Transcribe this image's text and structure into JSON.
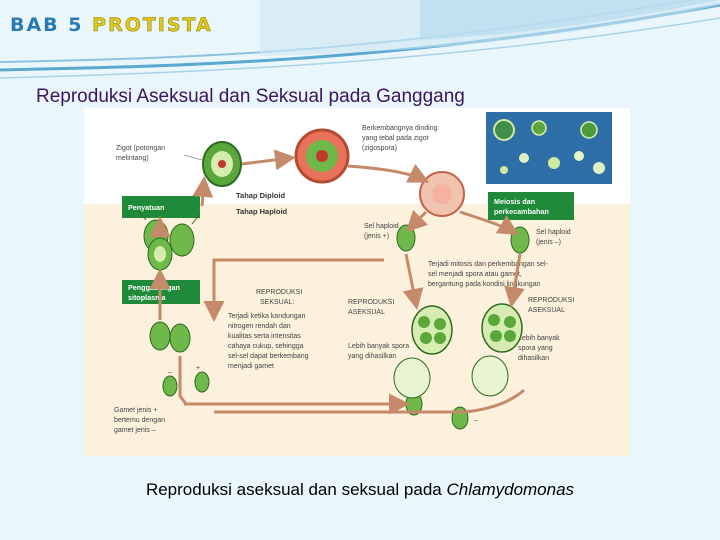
{
  "header": {
    "title_part1": "BAB 5",
    "title_part2": "PROTISTA",
    "colors": {
      "bab": "#2a79b0",
      "protista": "#e0c81a",
      "swoosh": "#5aa7cf"
    }
  },
  "subtitle": "Reproduksi Aseksual dan Seksual pada Ganggang",
  "diagram": {
    "labels": {
      "zigot": [
        "Zigot (potongan",
        "melintang)"
      ],
      "dinding": [
        "Berkembangnya dinding",
        "yang tebal pada zigot",
        "(zigospora)"
      ],
      "tahap_diploid": "Tahap Diploid",
      "tahap_haploid": "Tahap Haploid",
      "penyatuan": "Penyatuan",
      "meiosis": [
        "Meiosis dan",
        "perkecambahan"
      ],
      "sel_haploid_plus": [
        "Sel haploid",
        "(jenis +)"
      ],
      "sel_haploid_minus": [
        "Sel haploid",
        "(jenis –)"
      ],
      "mitosis": [
        "Terjadi mitosis dan perkembangan sel-",
        "sel menjadi spora atau gamet,",
        "bergantung pada kondisi lingkungan"
      ],
      "penggabungan": [
        "Penggabungan",
        "sitoplasma"
      ],
      "repro_seksual_title": [
        "REPRODUKSI",
        "SEKSUAL:"
      ],
      "repro_seksual_desc": [
        "Terjadi ketika kandungan",
        "nitrogen rendah dan",
        "kualitas serta intensitas",
        "cahaya cukup, sehingga",
        "sel-sel dapat berkembang",
        "menjadi gamet"
      ],
      "repro_aseksual_1": [
        "REPRODUKSI",
        "ASEKSUAL"
      ],
      "repro_aseksual_2": [
        "REPRODUKSI",
        "ASEKSUAL"
      ],
      "lebih_banyak_1": [
        "Lebih banyak spora",
        "yang dihasilkan"
      ],
      "lebih_banyak_2": [
        "Lebih banyak",
        "spora yang",
        "dihasilkan"
      ],
      "gamet": [
        "Gamet jenis +",
        "bertemu dengan",
        "gamet jenis –"
      ],
      "plus_sign": "+",
      "minus_sign": "–"
    },
    "colors": {
      "band_diploid": "#ffffff",
      "band_haploid": "#fbf1dc",
      "green_box": "#1f8a3a",
      "arrow": "#c58a6a",
      "cell_green": "#5aa83c",
      "cell_light": "#d6ecb0"
    }
  },
  "caption": {
    "text": "Reproduksi aseksual dan seksual pada ",
    "italic": "Chlamydomonas"
  }
}
